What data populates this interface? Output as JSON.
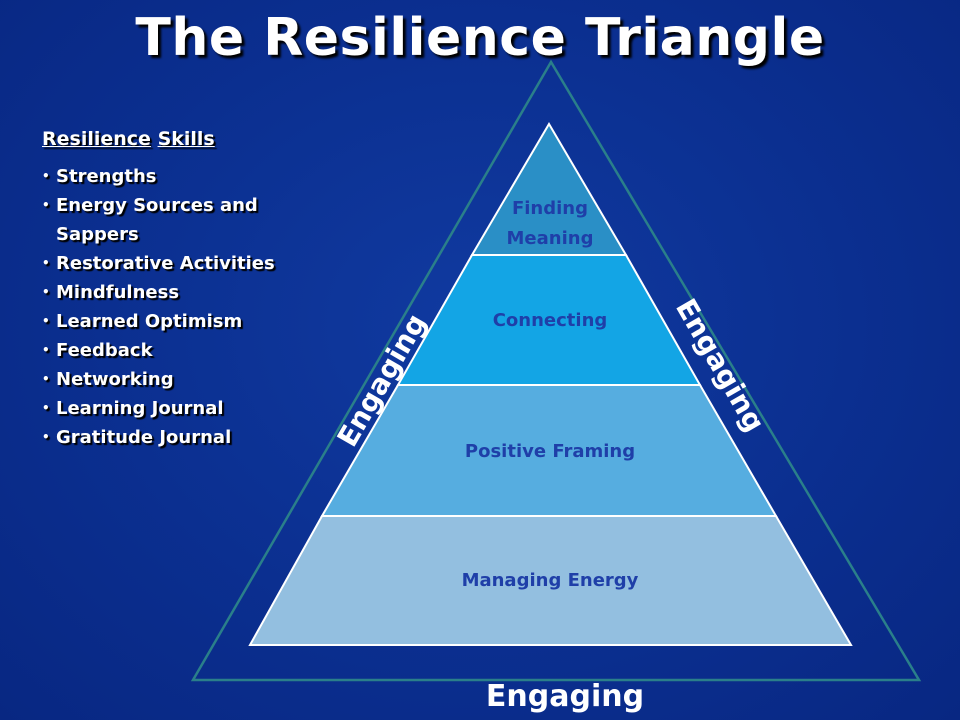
{
  "title": "The Resilience Triangle",
  "skills": {
    "heading_word1": "Resilience",
    "heading_word2": "Skills",
    "items": [
      "Strengths",
      "Energy Sources and Sappers",
      "Restorative Activities",
      "Mindfulness",
      "Learned Optimism",
      "Feedback",
      "Networking",
      "Learning Journal",
      "Gratitude Journal"
    ]
  },
  "pyramid": {
    "layers": [
      {
        "line1": "Finding",
        "line2": "Meaning",
        "color": "#2a8fc6"
      },
      {
        "line1": "Connecting",
        "color": "#13a5e5"
      },
      {
        "line1": "Positive Framing",
        "color": "#56ade0"
      },
      {
        "line1": "Managing Energy",
        "color": "#93bfe0"
      }
    ]
  },
  "outer": {
    "left_label": "Engaging",
    "right_label": "Engaging",
    "bottom_label": "Engaging",
    "outline_color": "#2a7f8a"
  }
}
